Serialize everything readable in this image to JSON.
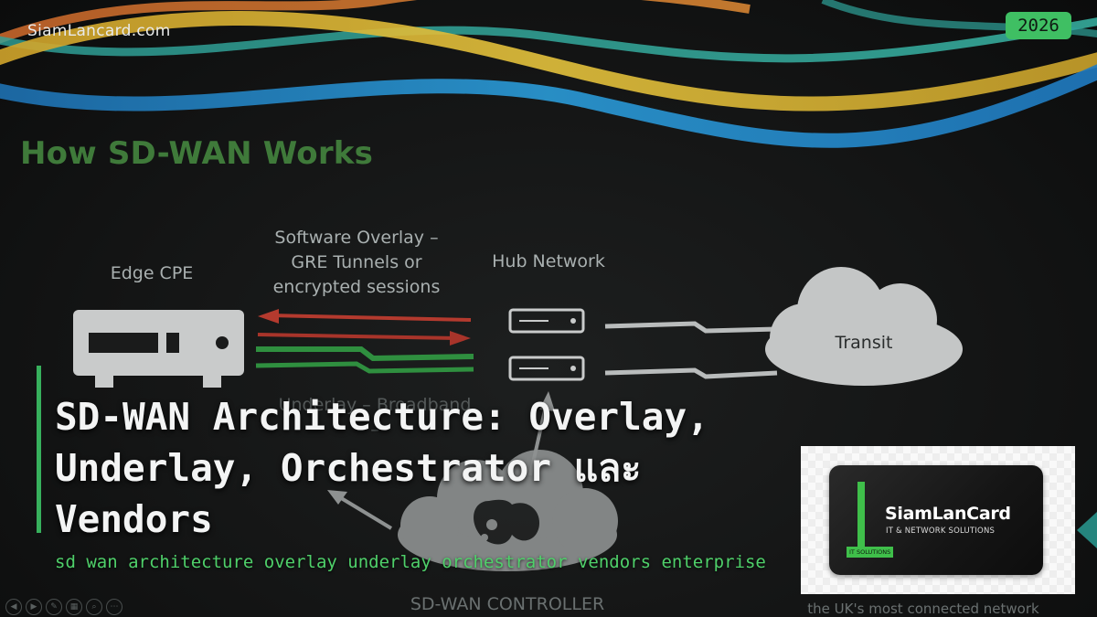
{
  "site_name": "SiamLancard.com",
  "year_badge": "2026",
  "slide": {
    "title": "How SD-WAN Works",
    "edge_label": "Edge CPE",
    "overlay_lines": [
      "Software Overlay –",
      "GRE Tunnels or",
      "encrypted sessions"
    ],
    "hub_label": "Hub Network",
    "transit_label": "Transit",
    "underlay_label": "Underlay – Broadband –",
    "controller_label": "SD-WAN CONTROLLER",
    "footer_note": "the UK's most connected network"
  },
  "article": {
    "title_lines": [
      "SD-WAN Architecture: Overlay,",
      "Underlay, Orchestrator และ",
      "Vendors"
    ],
    "subtitle": "sd wan architecture overlay underlay orchestrator vendors enterprise"
  },
  "logo": {
    "name": "SiamLanCard",
    "tagline": "IT & NETWORK SOLUTIONS",
    "badge": "IT SOLUTIONS"
  },
  "controls": {
    "icons": [
      "prev-icon",
      "next-icon",
      "pen-icon",
      "grid-icon",
      "zoom-icon",
      "more-icon"
    ],
    "glyphs": [
      "◀",
      "▶",
      "✎",
      "▦",
      "⌕",
      "⋯"
    ]
  },
  "colors": {
    "accent_green": "#3fbf63",
    "slide_title_green": "#3f7a3a",
    "subtitle_green": "#4fd06a",
    "arrow_red": "#c0392b",
    "arrow_green": "#2e8b3e"
  }
}
